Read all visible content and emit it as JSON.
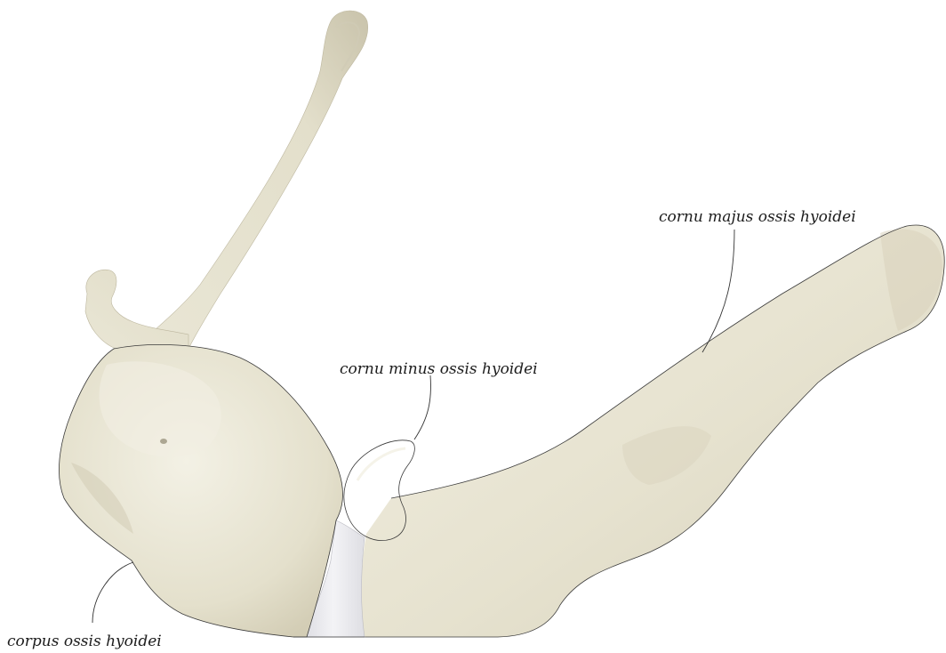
{
  "labels": {
    "corpus": "corpus ossis hyoidei",
    "cornu_minus": "cornu minus ossis hyoidei",
    "cornu_majus": "cornu majus ossis hyoidei"
  },
  "colors": {
    "bone": "#e7e4d4",
    "bone_shadow": "#cfcab4",
    "bone_highlight": "#f4f2e8",
    "cartilage": "#ececef",
    "background": "#ffffff"
  }
}
